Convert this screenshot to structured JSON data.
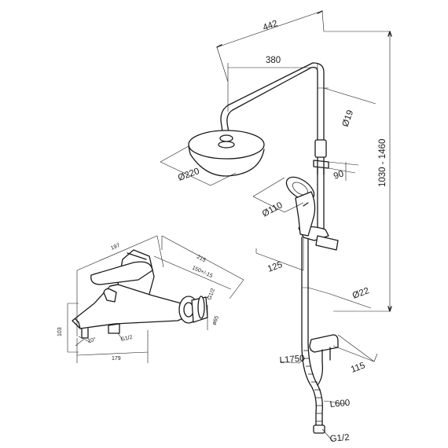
{
  "dimensions": {
    "d442": "442",
    "d380": "380",
    "d19": "Ø19",
    "d220": "Ø220",
    "d1030": "1030 - 1460",
    "d90": "90",
    "d110": "Ø110",
    "d125": "125",
    "d22": "Ø22",
    "d115": "115",
    "dL1750": "L1750",
    "dL600": "L600",
    "dG12": "G1/2",
    "m197": "197",
    "m215": "215",
    "m150": "150+/-15",
    "m103": "103",
    "m179": "179",
    "m10": "10°",
    "mG12a": "G1/2",
    "mG12b": "G1/2",
    "m65": "ø65"
  }
}
